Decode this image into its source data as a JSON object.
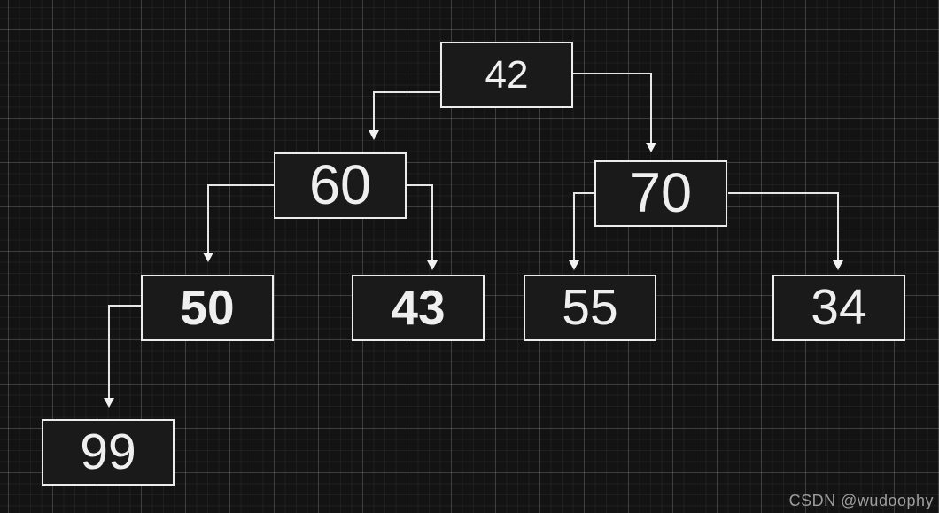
{
  "diagram": {
    "type": "binary-tree",
    "nodes": [
      {
        "id": "42",
        "value": "42",
        "emphasis": false,
        "level": 0
      },
      {
        "id": "60",
        "value": "60",
        "emphasis": false,
        "level": 1
      },
      {
        "id": "70",
        "value": "70",
        "emphasis": false,
        "level": 1
      },
      {
        "id": "50",
        "value": "50",
        "emphasis": true,
        "level": 2
      },
      {
        "id": "43",
        "value": "43",
        "emphasis": true,
        "level": 2
      },
      {
        "id": "55",
        "value": "55",
        "emphasis": false,
        "level": 2
      },
      {
        "id": "34",
        "value": "34",
        "emphasis": false,
        "level": 2
      },
      {
        "id": "99",
        "value": "99",
        "emphasis": false,
        "level": 3
      }
    ],
    "edges": [
      {
        "from": "42",
        "to": "60",
        "side": "left"
      },
      {
        "from": "42",
        "to": "70",
        "side": "right"
      },
      {
        "from": "60",
        "to": "50",
        "side": "left"
      },
      {
        "from": "60",
        "to": "43",
        "side": "right"
      },
      {
        "from": "70",
        "to": "55",
        "side": "left"
      },
      {
        "from": "70",
        "to": "34",
        "side": "right"
      },
      {
        "from": "50",
        "to": "99",
        "side": "left"
      }
    ]
  },
  "watermark": {
    "text": "CSDN @wudoophy"
  },
  "colors": {
    "background": "#131313",
    "grid_major": "#3a3a3a",
    "grid_minor": "#1d1d1d",
    "node_fill": "#1a1a1a",
    "node_border": "#ececec",
    "node_text": "#efefef",
    "edge": "#e6e6e6",
    "watermark": "#9e9e9e"
  }
}
